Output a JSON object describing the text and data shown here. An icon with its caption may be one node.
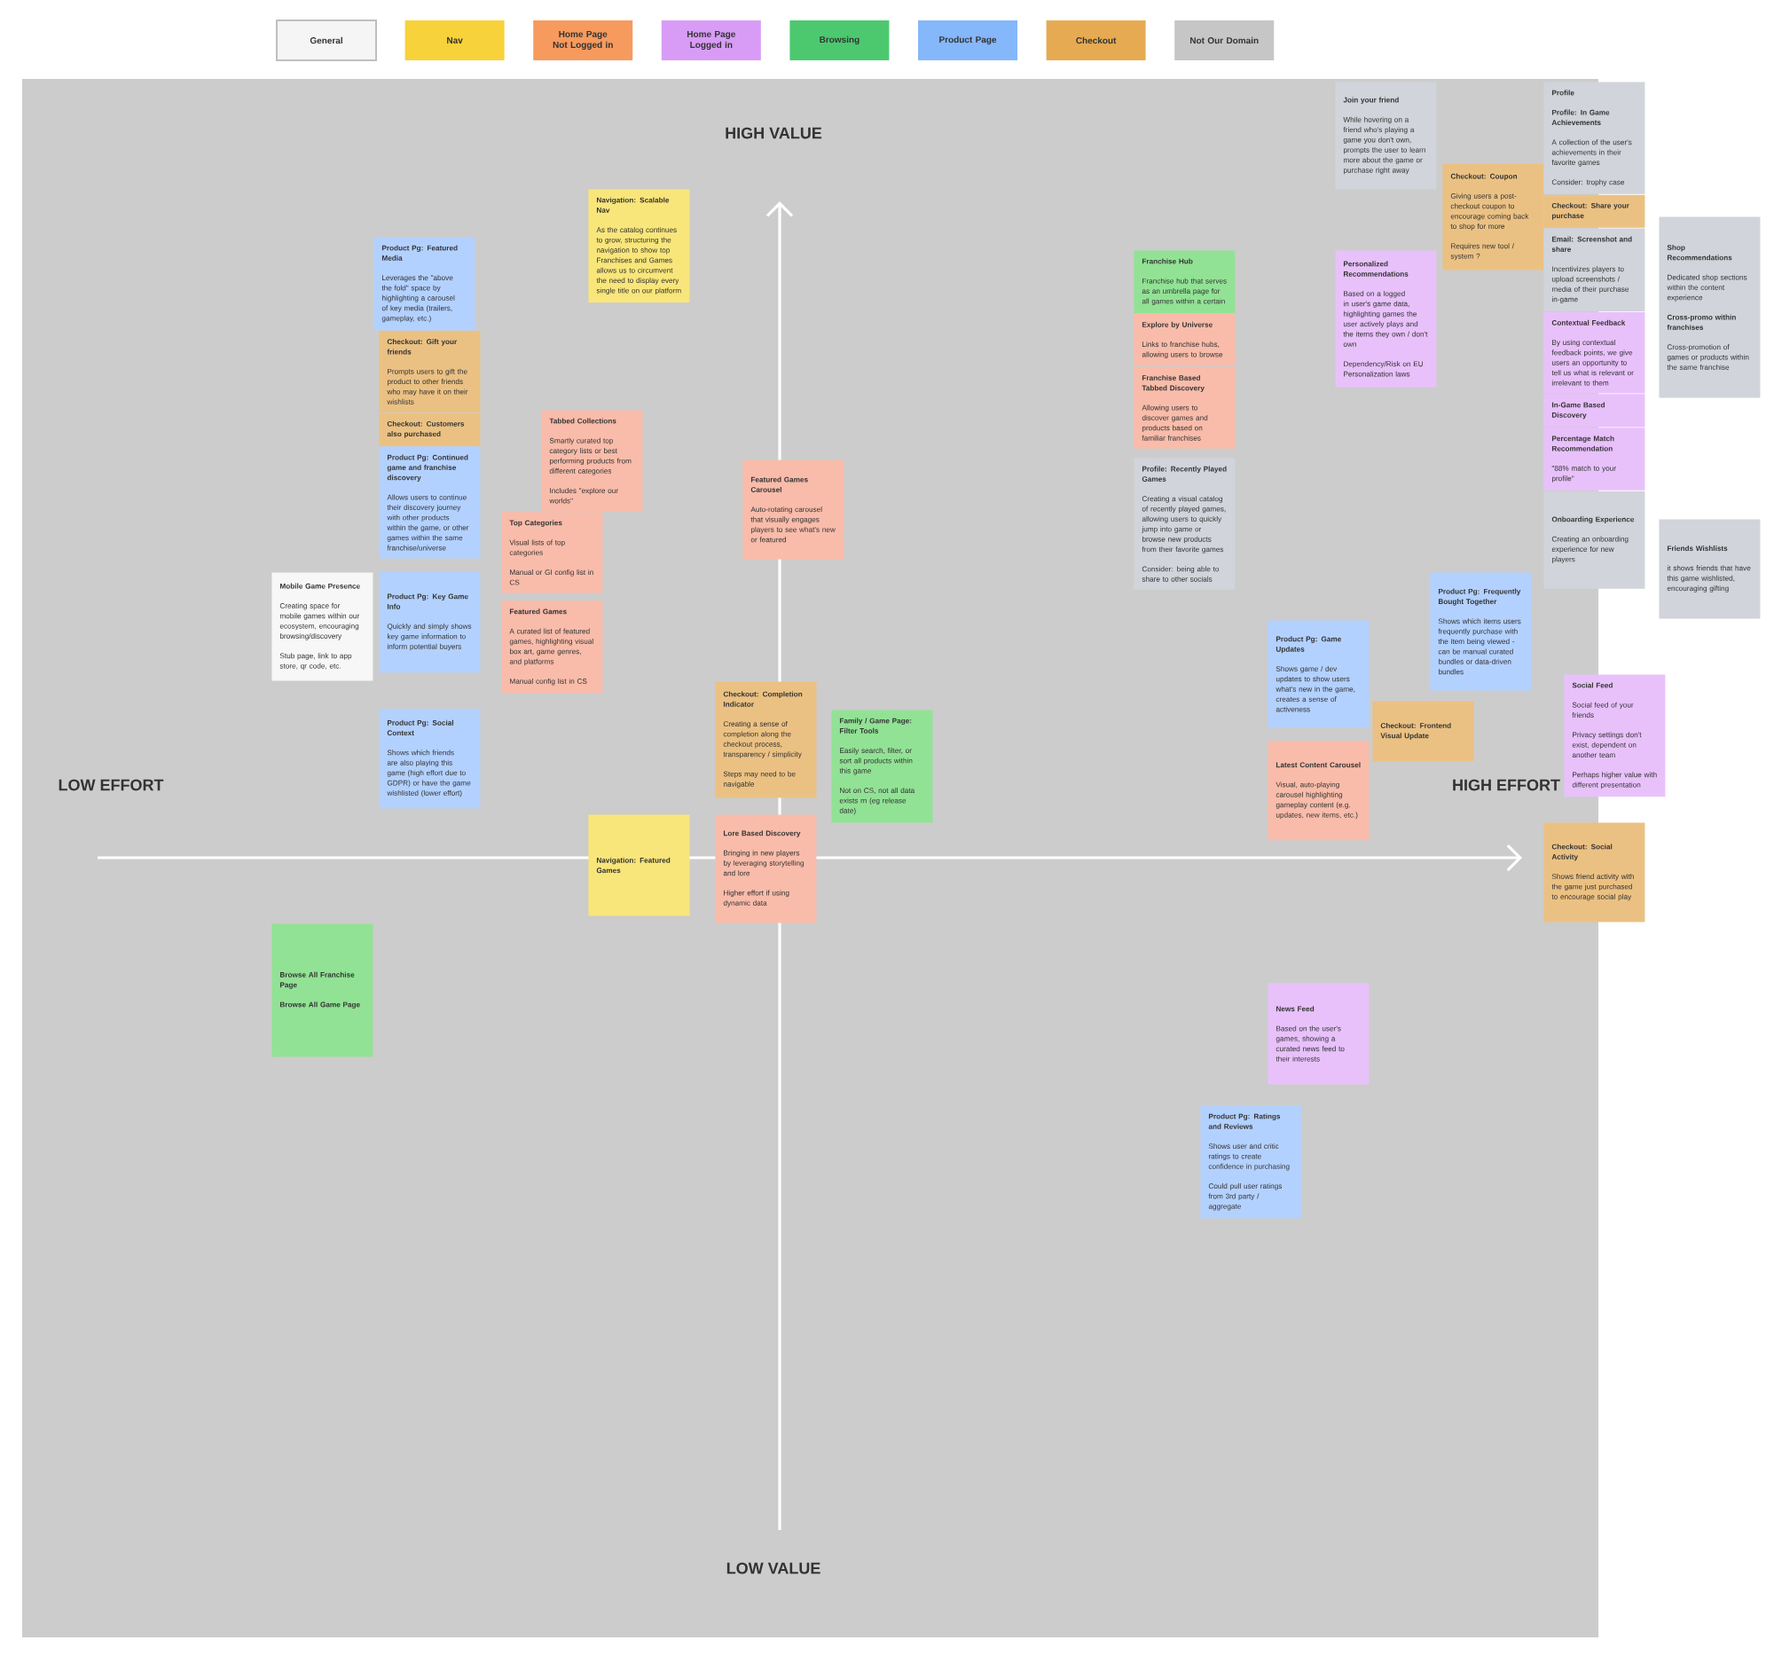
{
  "diagram": {
    "nodes": [
      {
        "text": [
          "Product Pg: Featured Media",
          "Leverages the \"above the fold\" space by highlighting a carousel of key media (trailers, gameplay, etc.)"
        ]
      },
      {
        "text": [
          "Checkout: Gift your friends",
          "Prompts users to gift the product to other friends who may have it on their wishlists"
        ]
      },
      {
        "text": [
          "Checkout: Customers also purchased"
        ]
      },
      {
        "text": [
          "Product Pg: Continued game and franchise discovery",
          "Allows users to continue their discovery journey with other products within the game, or other games within the same franchise/universe"
        ]
      },
      {
        "text": [
          "Mobile Game Presence",
          "Creating space for mobile games within our ecosystem, encouraging browsing/discovery",
          "Stub page, link to app store, qr code, etc."
        ]
      },
      {
        "text": [
          "Product Pg: Key Game Info",
          "Quickly and simply shows key game information to inform potential buyers"
        ]
      },
      {
        "text": [
          "Product Pg: Social Context",
          "Shows which friends are also playing this game (high effort due to GDPR) or have the game wishlisted (lower effort)"
        ]
      },
      {
        "text": [
          "Browse All Franchise Page",
          "Browse All Game Page"
        ]
      },
      {
        "text": [
          "Navigation: Scalable Nav",
          "As the catalog continues to grow, structuring the navigation to show top Franchises and Games allows us to circumvent the need to display every single title on our platform"
        ]
      },
      {
        "text": [
          "Tabbed Collections",
          "Smartly curated top category lists or best performing products from different categories",
          "Includes \"explore our worlds\""
        ]
      },
      {
        "text": [
          "Top Categories",
          "Visual lists of top categories",
          "Manual or GI config list in CS"
        ]
      },
      {
        "text": [
          "Featured Games",
          "A curated list of featured games, highlighting visual box art, game genres, and platforms",
          "Manual config list in CS"
        ]
      },
      {
        "text": [
          "Featured Games Carousel",
          "Auto-rotating carousel that visually engages players to see what's new or featured"
        ]
      },
      {
        "text": [
          "Checkout: Completion Indicator",
          "Creating a sense of completion along the checkout process, transparency / simplicity",
          "Steps may need to be navigable"
        ]
      },
      {
        "text": [
          "Family / Game Page: Filter Tools",
          "Easily search, filter, or sort all products within this game",
          "Not on CS, not all data exists rn (eg release date)"
        ]
      },
      {
        "text": [
          "Navigation: Featured Games"
        ]
      },
      {
        "text": [
          "Lore Based Discovery",
          "Bringing in new players by leveraging storytelling and lore",
          "Higher effort if using dynamic data"
        ]
      },
      {
        "text": [
          "Franchise Hub",
          "Franchise hub that serves as an umbrella page for all games within a certain"
        ]
      },
      {
        "text": [
          "Explore by Universe",
          "Links to franchise hubs, allowing users to browse"
        ]
      },
      {
        "text": [
          "Franchise Based Tabbed Discovery",
          "Allowing users to discover games and products based on familiar franchises"
        ]
      },
      {
        "text": [
          "Profile: Recently Played Games",
          "Creating a visual catalog of recently played games, allowing users to quickly jump into game or browse new products from their favorite games",
          "Consider: being able to share to other socials"
        ]
      },
      {
        "text": [
          "Join your friend",
          "While hovering on a friend who's playing a game you don't own, prompts the user to learn more about the game or purchase right away"
        ]
      },
      {
        "text": [
          "Personalized Recommendations",
          "Based on a logged in user's game data, highlighting games the user actively plays and the items they own / don't own",
          "Dependency/Risk on EU Personalization laws"
        ]
      },
      {
        "text": [
          "Checkout: Coupon",
          "Giving users a post-checkout coupon to encourage coming back to shop for more",
          "Requires new tool / system ?"
        ]
      },
      {
        "text": [
          "Profile",
          "Profile: In Game Achievements",
          "A collection of the user's achievements in their favorite games",
          "Consider: trophy case"
        ]
      },
      {
        "text": [
          "Checkout: Share your purchase"
        ]
      },
      {
        "text": [
          "Email: Screenshot and share",
          "Incentivizes players to upload screenshots / media of their purchase in-game"
        ]
      },
      {
        "text": [
          "Contextual Feedback",
          "By using contextual feedback points, we give users an opportunity to tell us what is relevant or irrelevant to them"
        ]
      },
      {
        "text": [
          "In-Game Based Discovery"
        ]
      },
      {
        "text": [
          "Percentage Match Recommendation",
          "\"88% match to your profile\""
        ]
      },
      {
        "text": [
          "Onboarding Experience",
          "Creating an onboarding experience for new players"
        ]
      },
      {
        "text": [
          "Shop Recommendations",
          "Dedicated shop sections within the content experience",
          "Cross-promo within franchises",
          "Cross-promotion of games or products within the same franchise"
        ]
      },
      {
        "text": [
          "Friends Wishlists",
          "it shows friends that have this game wishlisted, encouraging gifting"
        ]
      },
      {
        "text": [
          "Product Pg: Frequently Bought Together",
          "Shows which items users frequently purchase with the item being viewed - can be manual curated bundles or data-driven bundles"
        ]
      },
      {
        "text": [
          "Product Pg: Game Updates",
          "Shows game / dev updates to show users what's new in the game, creates a sense of activeness"
        ]
      },
      {
        "text": [
          "Checkout: Frontend Visual Update"
        ]
      },
      {
        "text": [
          "Latest Content Carousel",
          "Visual, auto-playing carousel highlighting gameplay content (e.g. updates, new items, etc.)"
        ]
      },
      {
        "text": [
          "Social Feed",
          "Social feed of your friends",
          "Privacy settings don't exist, dependent on another team",
          "Perhaps higher value with different presentation"
        ]
      },
      {
        "text": [
          "Checkout: Social Activity",
          "Shows friend activity with the game just purchased to encourage social play"
        ]
      },
      {
        "text": [
          "News Feed",
          "Based on the user's games, showing a curated news feed to their interests"
        ]
      },
      {
        "text": [
          "Product Pg: Ratings and Reviews",
          "Shows user and critic ratings to create confidence in purchasing",
          "Could pull user ratings from 3rd party / aggregate"
        ]
      }
    ],
    "labels": [
      "HIGH VALUE",
      "LOW EFFORT",
      "HIGH EFFORT",
      "LOW VALUE"
    ],
    "legend": [
      {
        "text": "General",
        "color": "#f5f5f5"
      },
      {
        "text": "Nav",
        "color": "#f8d23a"
      },
      {
        "text": "Home Page Not Logged in",
        "color": "#f79a5e"
      },
      {
        "text": "Home Page Logged in",
        "color": "#d89cf6"
      },
      {
        "text": "Browsing",
        "color": "#4cc96f"
      },
      {
        "text": "Product Page",
        "color": "#85b7fb"
      },
      {
        "text": "Checkout",
        "color": "#e6ab52"
      },
      {
        "text": "Not Our Domain",
        "color": "#c6c6c6"
      }
    ]
  }
}
